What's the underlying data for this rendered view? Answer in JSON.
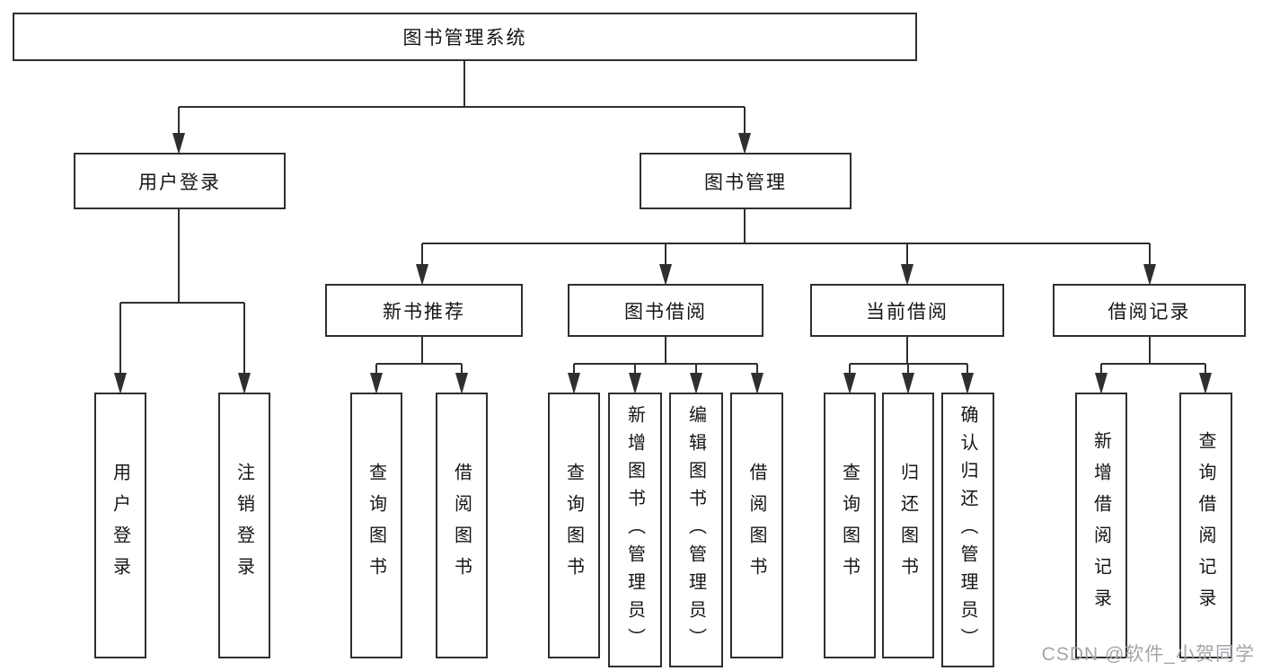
{
  "diagram": {
    "root": {
      "label": "图书管理系统"
    },
    "level2": [
      {
        "label": "用户登录"
      },
      {
        "label": "图书管理"
      }
    ],
    "level3": [
      {
        "label": "新书推荐"
      },
      {
        "label": "图书借阅"
      },
      {
        "label": "当前借阅"
      },
      {
        "label": "借阅记录"
      }
    ],
    "leaves": {
      "login": [
        "用户登录",
        "注销登录"
      ],
      "recommend": [
        "查询图书",
        "借阅图书"
      ],
      "borrow": [
        "查询图书",
        "新增图书（管理员）",
        "编辑图书（管理员）",
        "借阅图书"
      ],
      "current": [
        "查询图书",
        "归还图书",
        "确认归还（管理员）"
      ],
      "record": [
        "新增借阅记录",
        "查询借阅记录"
      ]
    }
  },
  "watermark": {
    "text": "CSDN @软件_小贺同学"
  },
  "colors": {
    "line": "#2f2f2f",
    "box_border": "#2f2f2f",
    "text": "#151515",
    "watermark": "#a2a6ab",
    "background": "#ffffff"
  }
}
